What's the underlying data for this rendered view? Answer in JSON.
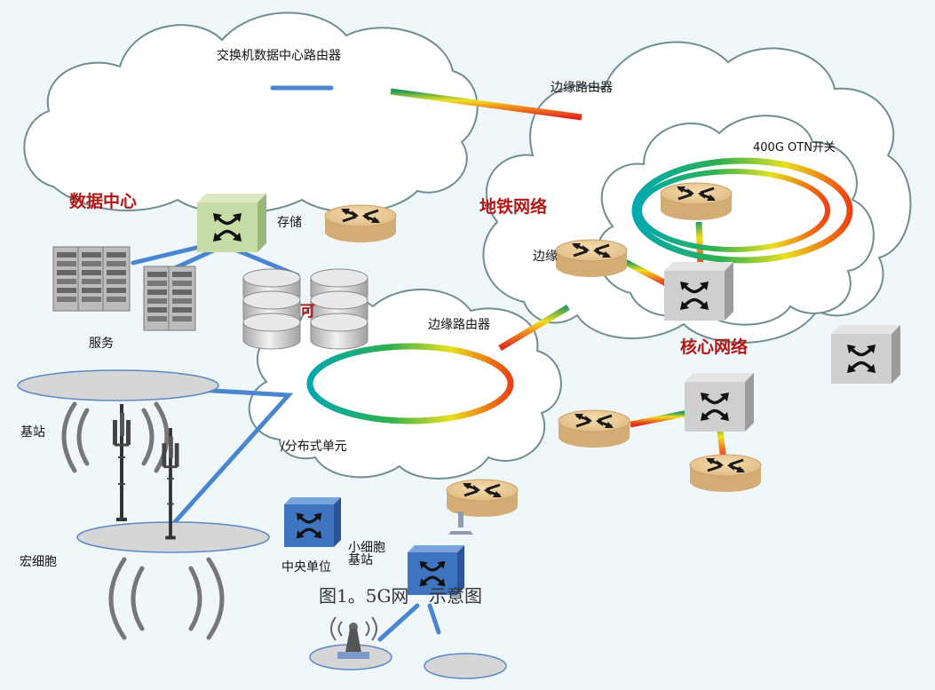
{
  "labels": {
    "switch_dc_router": "交换机数据中心路由器",
    "edge_router_top": "边缘路由器",
    "otn_switch": "400G OTN开关",
    "data_center": "数据中心",
    "metro_network": "地铁网络",
    "storage": "存储",
    "edge_left": "边缘",
    "core_network": "核心网络",
    "server": "服务",
    "edge_router_mid": "边缘路由器",
    "partial_char": "可",
    "base_station_left": "基站",
    "distributed_unit": "/分布式单元",
    "macro_cell": "宏细胞",
    "small_cell": "小细胞",
    "base_station_small": "基站",
    "central_unit": "中央单位",
    "figure_caption_a": "图1。5G网",
    "figure_caption_b": "示意图"
  },
  "colors": {
    "cloud_fill": "#ffffff",
    "cloud_stroke": "#6e8e90",
    "link_blue": "#4a86d0",
    "router_tan": "#e6c48f",
    "switch_gray": "#c9c9c9",
    "switch_green": "#c6dba6",
    "switch_blue": "#3e74c0",
    "label_red": "#b01818"
  },
  "icons": [
    "router-icon",
    "switch-icon",
    "server-rack-icon",
    "storage-drum-icon",
    "cell-tower-icon",
    "wifi-antenna-icon"
  ]
}
